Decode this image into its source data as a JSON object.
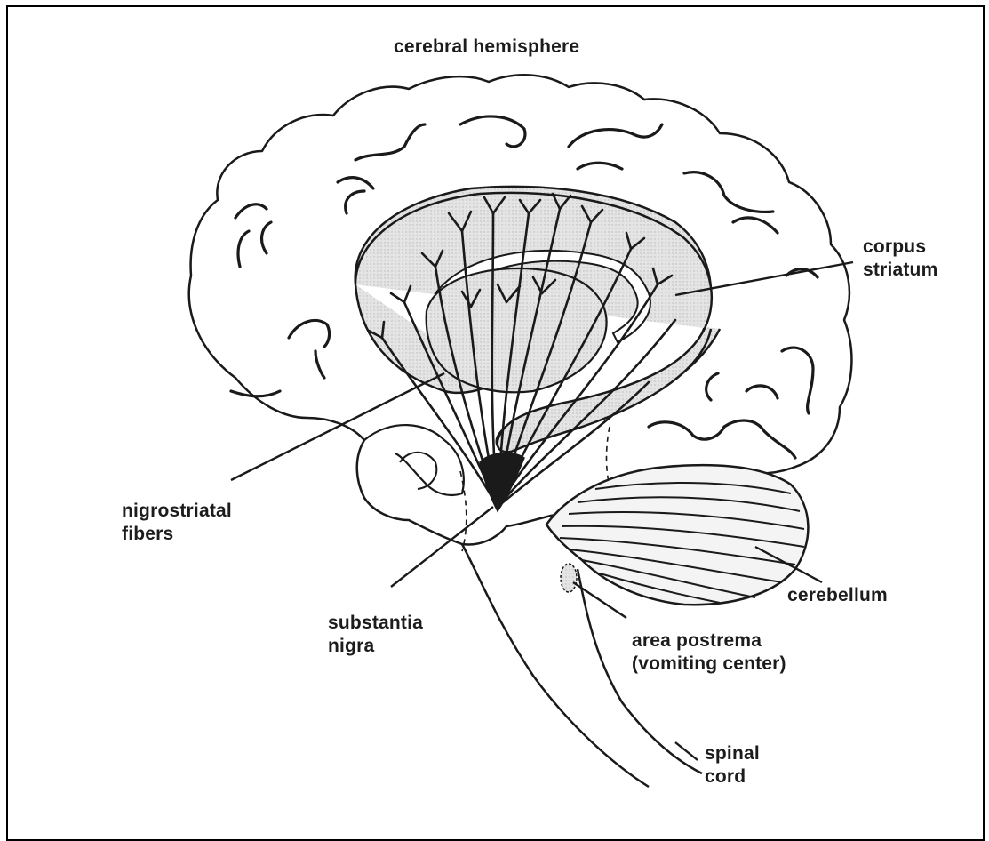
{
  "labels": {
    "cerebral_hemisphere": "cerebral hemisphere",
    "corpus_striatum": [
      "corpus",
      "striatum"
    ],
    "nigrostriatal_fibers": [
      "nigrostriatal",
      "fibers"
    ],
    "substantia_nigra": [
      "substantia",
      "nigra"
    ],
    "cerebellum": "cerebellum",
    "area_postrema": [
      "area postrema",
      "(vomiting center)"
    ],
    "spinal_cord": [
      "spinal",
      "cord"
    ]
  },
  "colors": {
    "line": "#1a1a1a",
    "striatum_fill": "#e6e6e6",
    "cerebellum_fill": "#f2f2f2",
    "background": "#ffffff"
  }
}
